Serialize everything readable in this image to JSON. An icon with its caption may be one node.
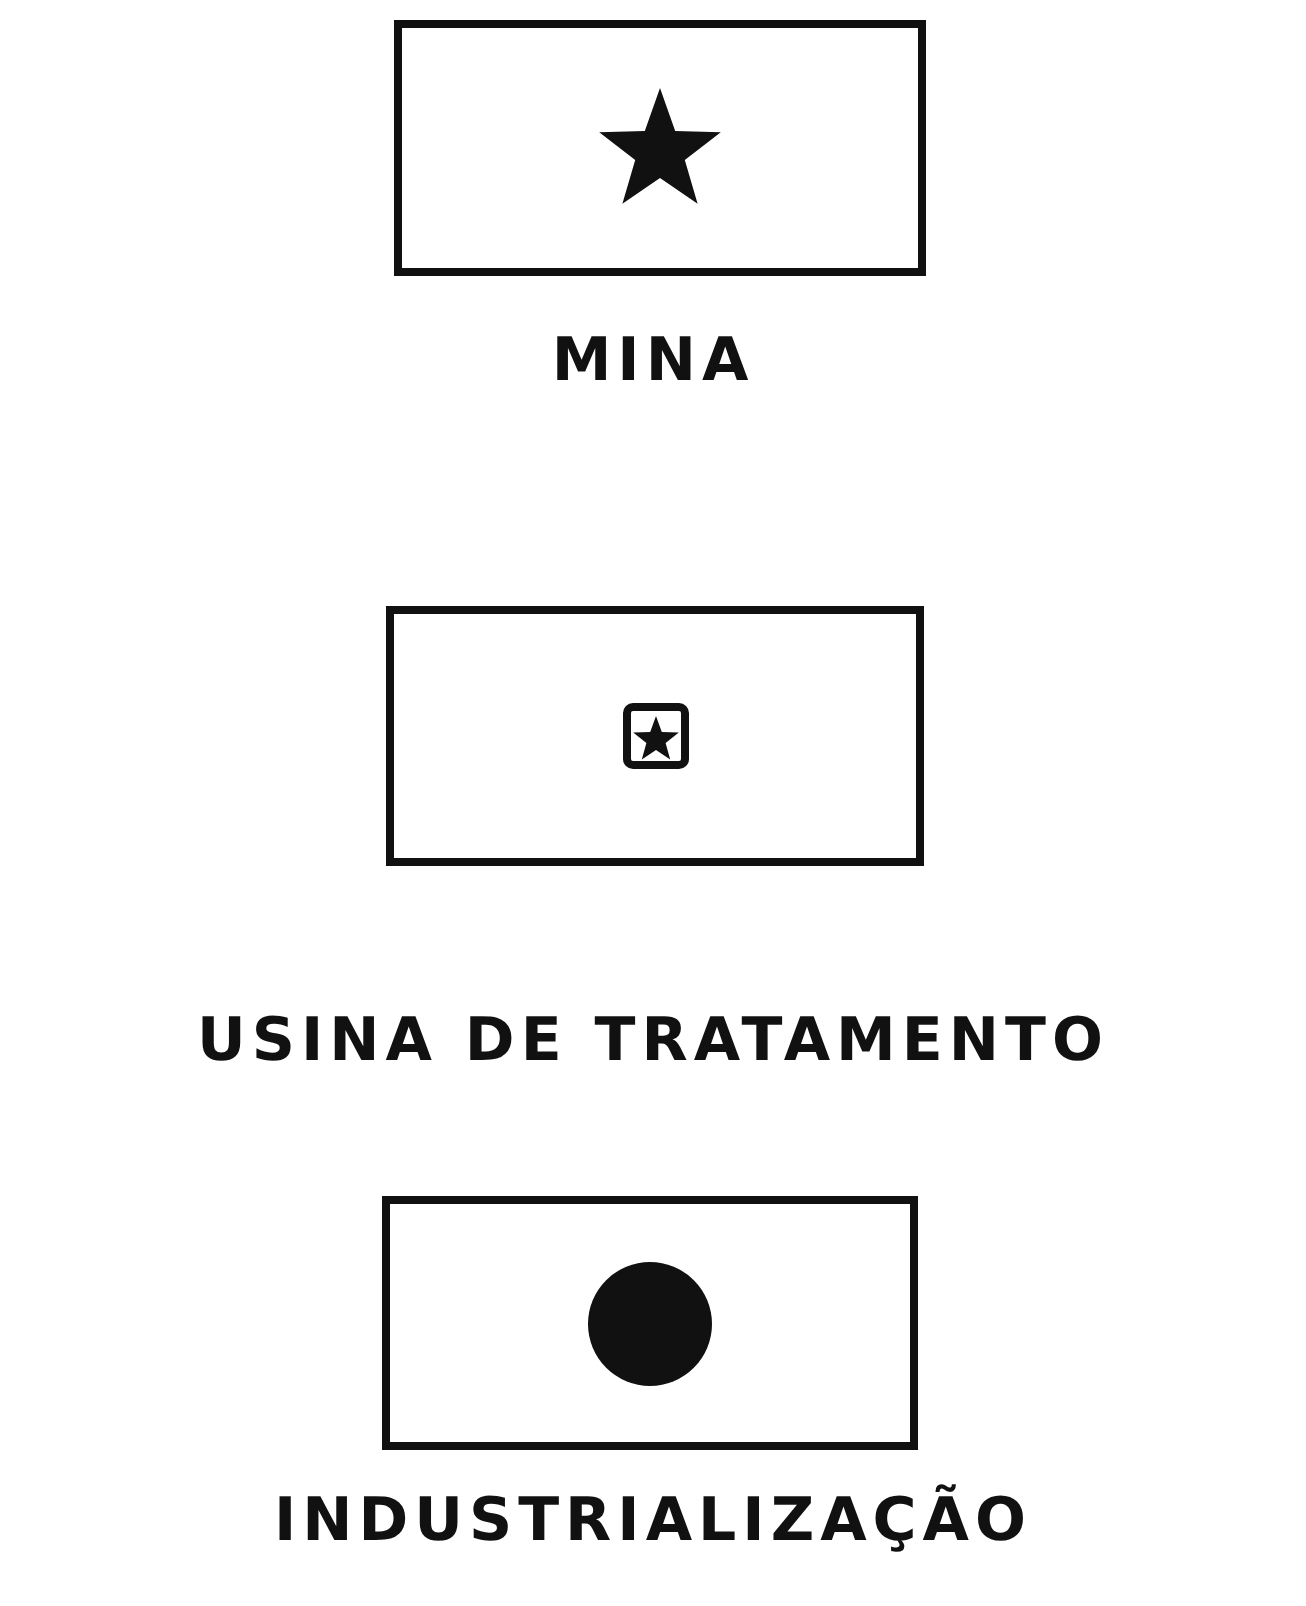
{
  "diagram": {
    "legend": [
      {
        "text": "MINA"
      },
      {
        "text": "USINA DE TRATAMENTO"
      },
      {
        "text": "INDUSTRIALIZAÇÃO"
      }
    ]
  }
}
